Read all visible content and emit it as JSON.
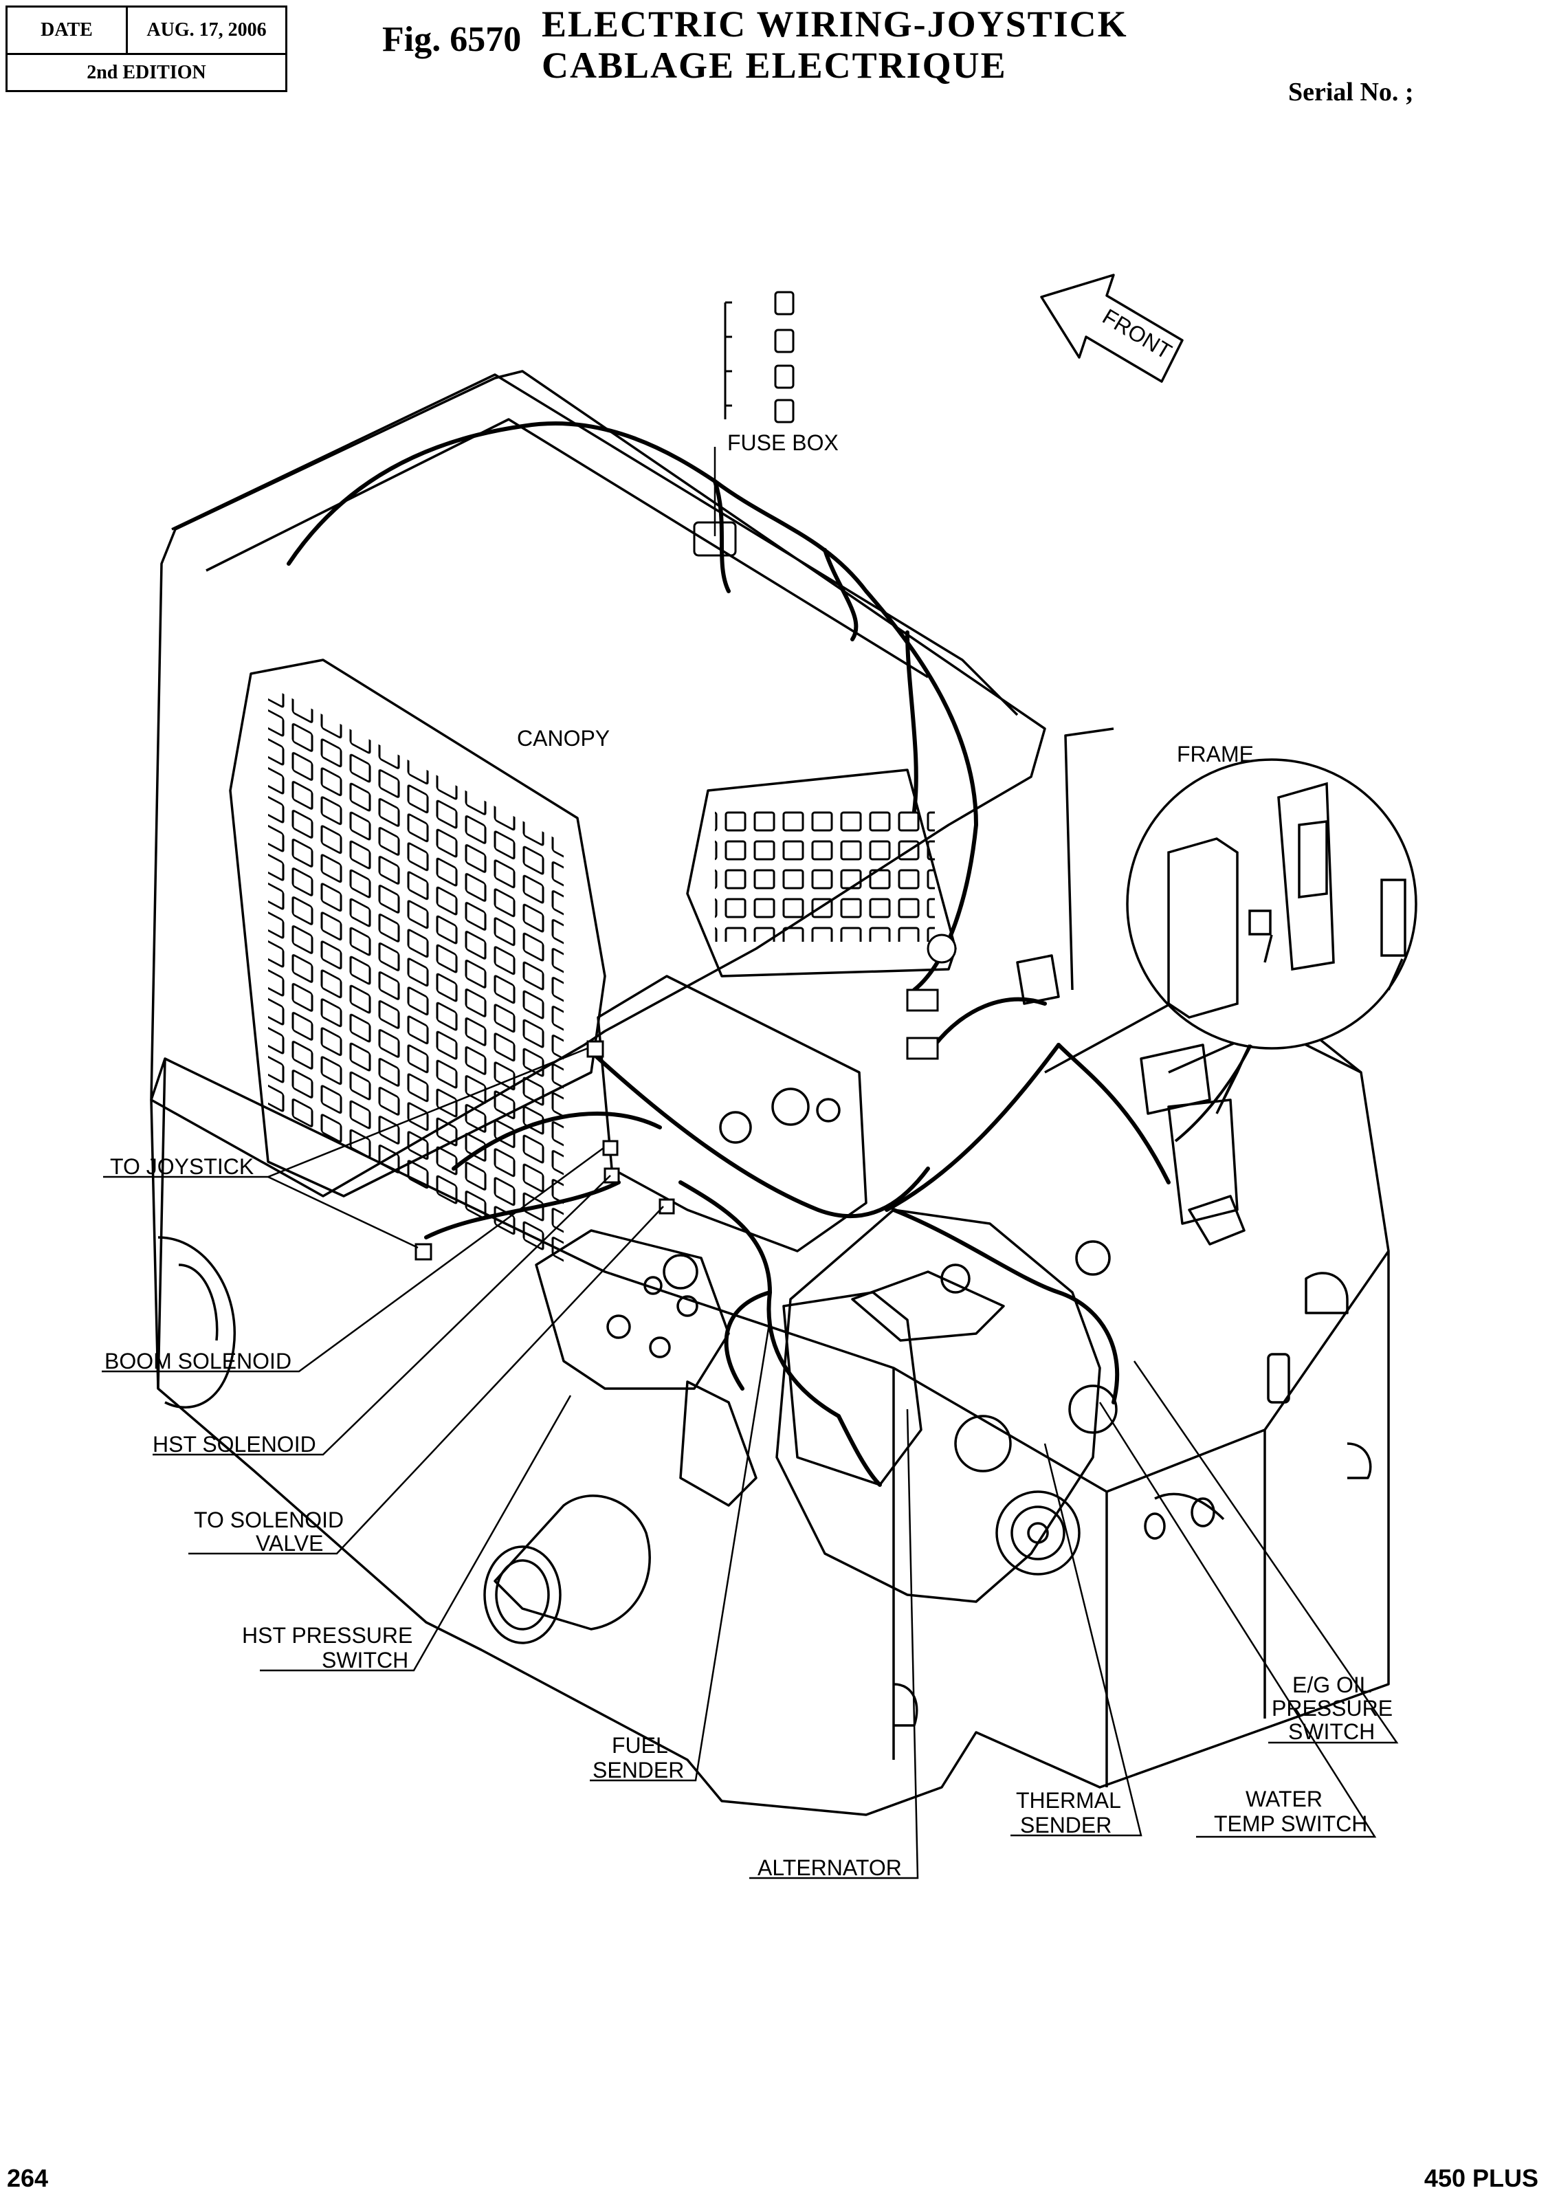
{
  "header": {
    "date_label": "DATE",
    "date_value": "AUG. 17, 2006",
    "edition": "2nd EDITION",
    "fig_number": "Fig. 6570",
    "title_en": "ELECTRIC  WIRING-JOYSTICK",
    "title_fr": "CABLAGE  ELECTRIQUE",
    "serial": "Serial No. ;"
  },
  "footer": {
    "page": "264",
    "model": "450 PLUS"
  },
  "diagram": {
    "direction_arrow": "FRONT",
    "callouts": {
      "fuse_box": "FUSE BOX",
      "canopy": "CANOPY",
      "frame": "FRAME",
      "to_joystick": "TO JOYSTICK",
      "boom_solenoid": "BOOM SOLENOID",
      "hst_solenoid": "HST SOLENOID",
      "to_solenoid_valve_1": "TO SOLENOID",
      "to_solenoid_valve_2": "VALVE",
      "hst_pressure_switch_1": "HST PRESSURE",
      "hst_pressure_switch_2": "SWITCH",
      "fuel_sender_1": "FUEL",
      "fuel_sender_2": "SENDER",
      "alternator": "ALTERNATOR",
      "thermal_sender_1": "THERMAL",
      "thermal_sender_2": "SENDER",
      "water_temp_switch_1": "WATER",
      "water_temp_switch_2": "TEMP SWITCH",
      "eg_oil_pressure_switch_1": "E/G OIL",
      "eg_oil_pressure_switch_2": "PRESSURE",
      "eg_oil_pressure_switch_3": "SWITCH"
    }
  }
}
